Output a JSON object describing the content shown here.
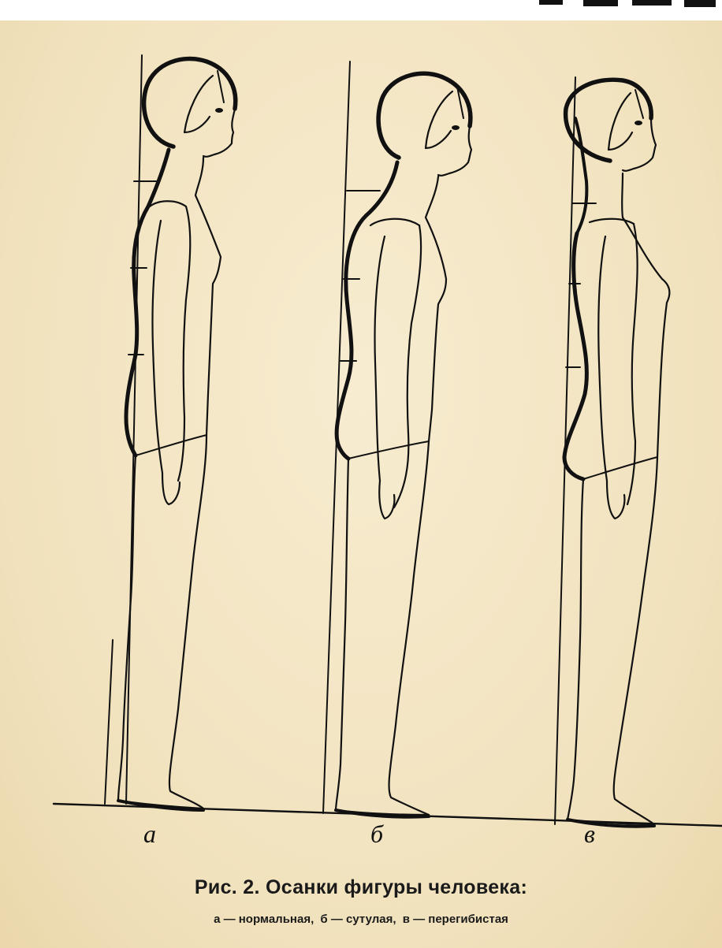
{
  "figure": {
    "panel_labels": [
      "а",
      "б",
      "в"
    ],
    "caption_title": "Рис. 2. Осанки фигуры человека:",
    "caption_legend": [
      "а — нормальная,",
      "б — сутулая,",
      "в — перегибистая"
    ]
  },
  "colors": {
    "paper": "#f3e6c3",
    "ink": "#111111"
  }
}
